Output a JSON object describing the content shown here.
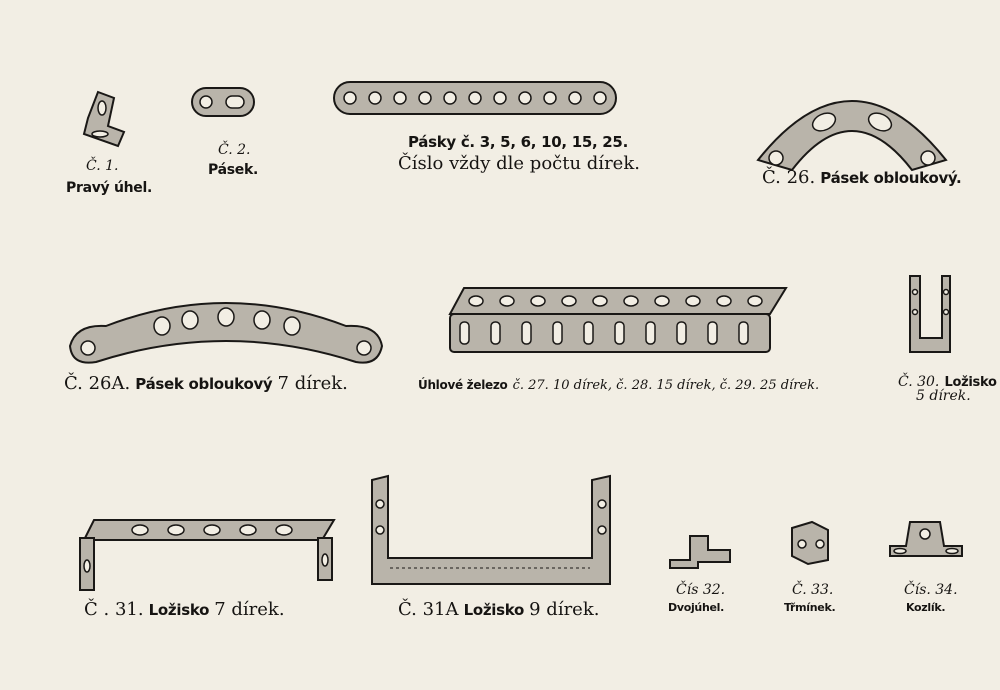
{
  "parts": {
    "p1": {
      "number": "Č. 1.",
      "name": "Pravý úhel."
    },
    "p2": {
      "number": "Č. 2.",
      "name": "Pásek."
    },
    "p3": {
      "name": "Pásky č. 3, 5, 6, 10, 15, 25.",
      "note": "Číslo vždy dle počtu dírek."
    },
    "p26": {
      "number": "Č. 26.",
      "name": "Pásek obloukový."
    },
    "p26a": {
      "number": "Č. 26A.",
      "name": "Pásek obloukový",
      "suffix": "7 dírek."
    },
    "p27": {
      "name": "Úhlové železo",
      "detail": "č. 27. 10 dírek, č. 28. 15 dírek, č. 29. 25 dírek."
    },
    "p30": {
      "number": "Č. 30.",
      "name": "Ložisko",
      "detail": "5 dírek."
    },
    "p31": {
      "number": "Č . 31.",
      "name": "Ložisko",
      "suffix": "7 dírek."
    },
    "p31a": {
      "number": "Č. 31A",
      "name": "Ložisko",
      "suffix": "9 dírek."
    },
    "p32": {
      "number": "Čís 32.",
      "name": "Dvojúhel."
    },
    "p33": {
      "number": "Č. 33.",
      "name": "Třmínek."
    },
    "p34": {
      "number": "Čís. 34.",
      "name": "Kozlík."
    }
  }
}
